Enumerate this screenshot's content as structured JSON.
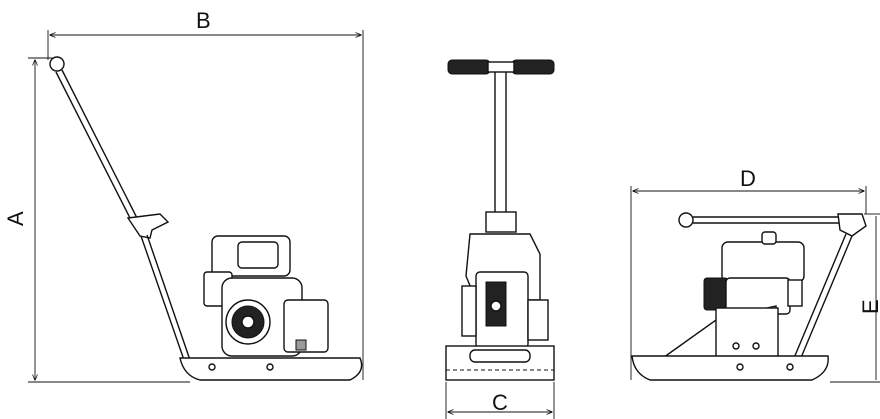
{
  "views": {
    "side_left": {
      "dimensions": {
        "width_label": "B",
        "height_label": "A"
      }
    },
    "front": {
      "dimensions": {
        "width_label": "C"
      }
    },
    "side_right": {
      "dimensions": {
        "width_label": "D",
        "height_label": "E"
      }
    }
  }
}
